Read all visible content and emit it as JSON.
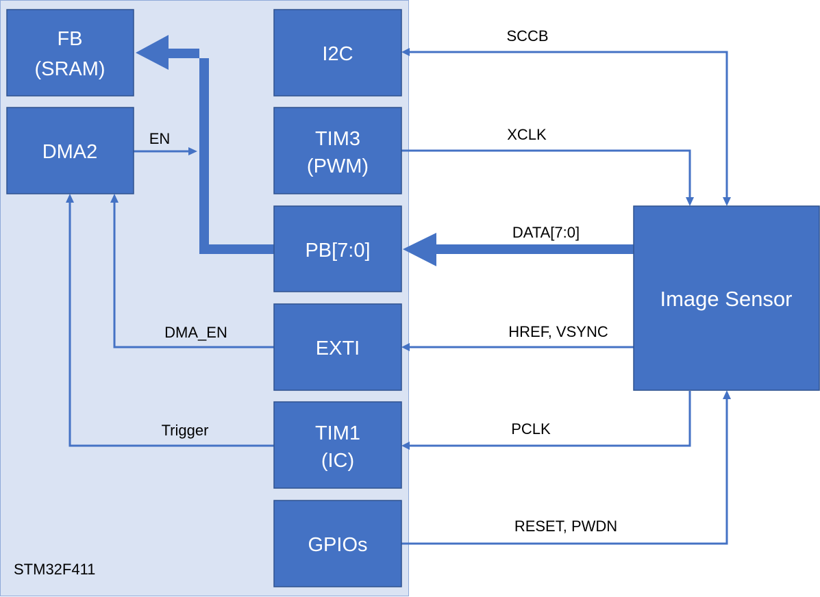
{
  "colors": {
    "block_fill": "#4472c4",
    "block_stroke": "#2f528f",
    "mcu_background": "#dae3f3",
    "mcu_border": "#8fa9d8",
    "wire": "#4472c4",
    "text_on_block": "#ffffff",
    "label_text": "#000000"
  },
  "mcu": {
    "label": "STM32F411"
  },
  "blocks": {
    "fb": {
      "lines": [
        "FB",
        "(SRAM)"
      ]
    },
    "dma2": {
      "lines": [
        "DMA2"
      ]
    },
    "i2c": {
      "lines": [
        "I2C"
      ]
    },
    "tim3": {
      "lines": [
        "TIM3",
        "(PWM)"
      ]
    },
    "pb": {
      "lines": [
        "PB[7:0]"
      ]
    },
    "exti": {
      "lines": [
        "EXTI"
      ]
    },
    "tim1": {
      "lines": [
        "TIM1",
        "(IC)"
      ]
    },
    "gpios": {
      "lines": [
        "GPIOs"
      ]
    },
    "sensor": {
      "lines": [
        "Image Sensor"
      ]
    }
  },
  "signals": {
    "sccb": "SCCB",
    "xclk": "XCLK",
    "data": "DATA[7:0]",
    "href_vsync": "HREF, VSYNC",
    "pclk": "PCLK",
    "reset_pwdn": "RESET, PWDN",
    "en": "EN",
    "dma_en": "DMA_EN",
    "trigger": "Trigger"
  }
}
